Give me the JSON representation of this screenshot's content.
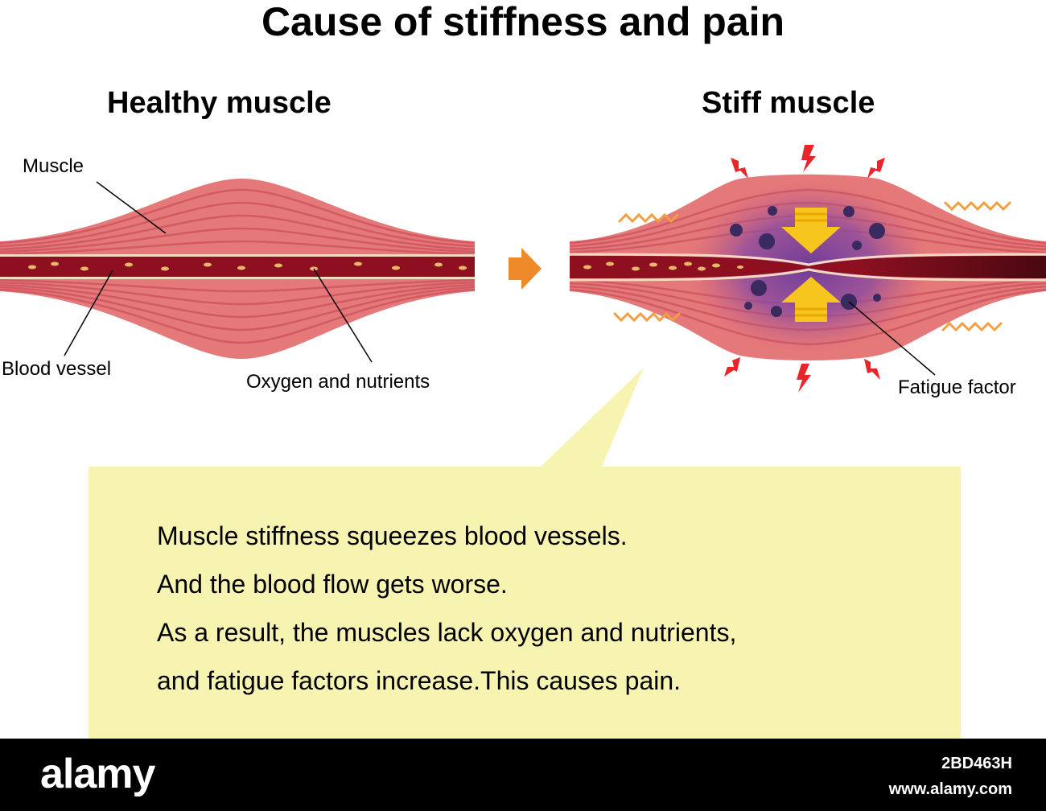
{
  "title": "Cause of stiffness and pain",
  "healthy": {
    "heading": "Healthy muscle",
    "labels": {
      "muscle": "Muscle",
      "blood_vessel": "Blood vessel",
      "oxygen": "Oxygen and nutrients"
    }
  },
  "stiff": {
    "heading": "Stiff muscle",
    "labels": {
      "fatigue": "Fatigue factor"
    }
  },
  "explanation": {
    "lines": [
      "Muscle stiffness squeezes blood vessels.",
      "And the blood flow gets worse.",
      "As a result, the muscles lack oxygen and nutrients,",
      "and fatigue factors increase.This causes pain."
    ]
  },
  "footer": {
    "brand": "alamy",
    "image_id": "2BD463H",
    "site": "www.alamy.com"
  },
  "colors": {
    "muscle": "#e57878",
    "muscle_stripe": "#d25a62",
    "vessel": "#8e1020",
    "vessel_edge": "#f7d8c0",
    "nutrient": "#e8b86a",
    "purple": "#7a3f9a",
    "fatigue_particle": "#3a2a60",
    "arrow_yellow": "#f6c61e",
    "transition_arrow": "#ee8a2a",
    "lightning": "#e8262a",
    "squiggle": "#f0a040",
    "callout": "#f7f3b0"
  }
}
